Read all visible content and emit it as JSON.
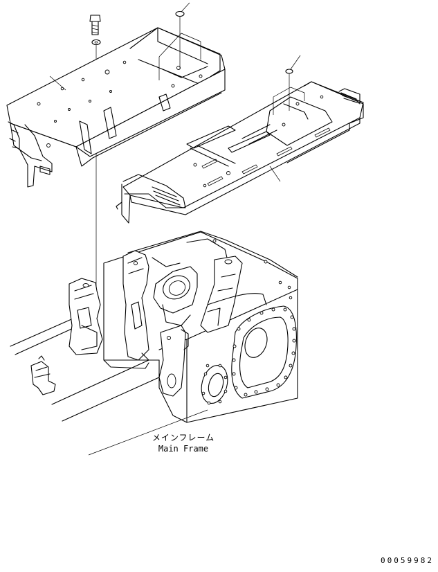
{
  "diagram": {
    "main_frame_label_jp": "メインフレーム",
    "main_frame_label_en": "Main Frame",
    "drawing_number": "00059982"
  }
}
